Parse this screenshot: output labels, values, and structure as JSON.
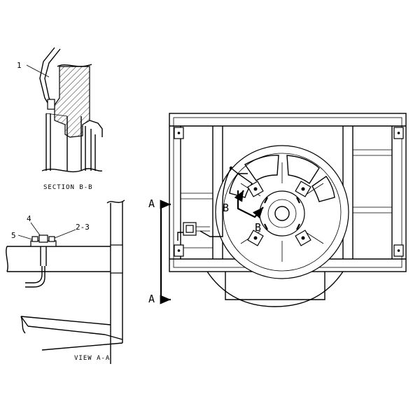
{
  "labels": {
    "section_bb": "SECTION B-B",
    "view_aa": "VIEW A-A",
    "callout_1": "1",
    "callout_4": "4",
    "callout_5": "5",
    "callout_2_3": "2-3",
    "view_arrow_a_top": "A",
    "view_arrow_a_bottom": "A",
    "section_arrow_b_left": "B",
    "section_arrow_b_right": "B"
  }
}
